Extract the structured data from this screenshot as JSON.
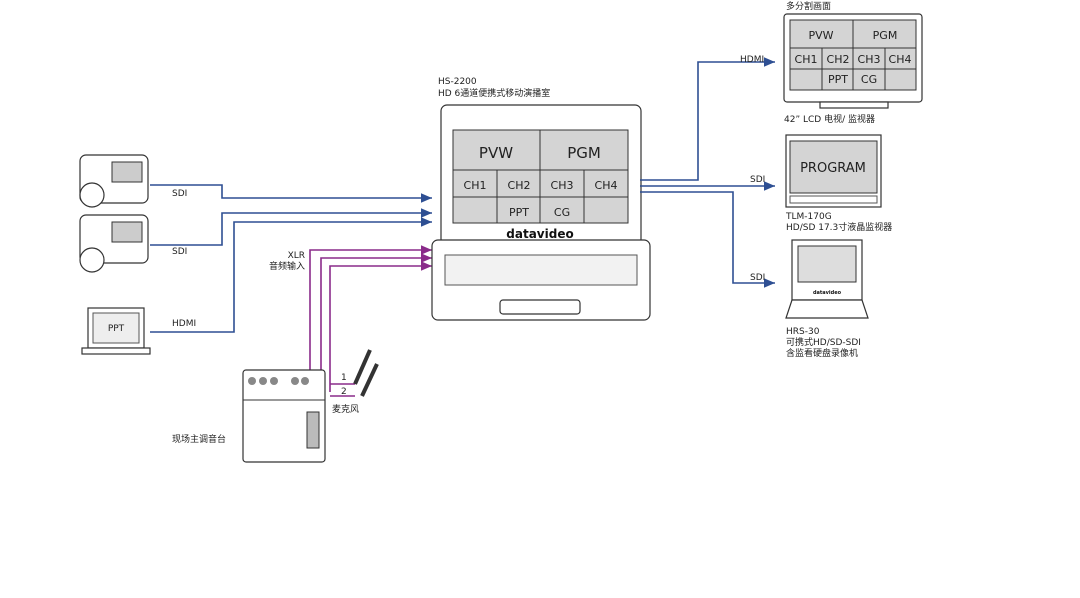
{
  "switcher": {
    "model": "HS-2200",
    "desc": "HD 6通道便携式移动演播室",
    "brand": "datavideo",
    "multiview": {
      "top": [
        "PVW",
        "PGM"
      ],
      "mid": [
        "CH1",
        "CH2",
        "CH3",
        "CH4"
      ],
      "bottom": [
        "PPT",
        "CG"
      ]
    }
  },
  "inputs": {
    "sdi1": "SDI",
    "sdi2": "SDI",
    "hdmi": "HDMI",
    "ppt": "PPT",
    "xlr": "XLR",
    "audio_in": "音频输入"
  },
  "mixer": {
    "label": "现场主调音台"
  },
  "mics": {
    "label": "麦克风",
    "ch1": "1",
    "ch2": "2"
  },
  "outputs": {
    "multiview_monitor": {
      "title": "多分割画面",
      "conn": "HDMI",
      "caption": "42”  LCD 电视/ 监视器"
    },
    "tlm": {
      "conn": "SDI",
      "screen": "PROGRAM",
      "model": "TLM-170G",
      "desc": "HD/SD 17.3寸液晶监视器"
    },
    "hrs": {
      "conn": "SDI",
      "model": "HRS-30",
      "desc1": "可携式HD/SD-SDI",
      "desc2": "含监看硬盘录像机",
      "brand": "datavideo"
    }
  },
  "colors": {
    "video": "#2e4f93",
    "audio": "#8a2b8a"
  }
}
